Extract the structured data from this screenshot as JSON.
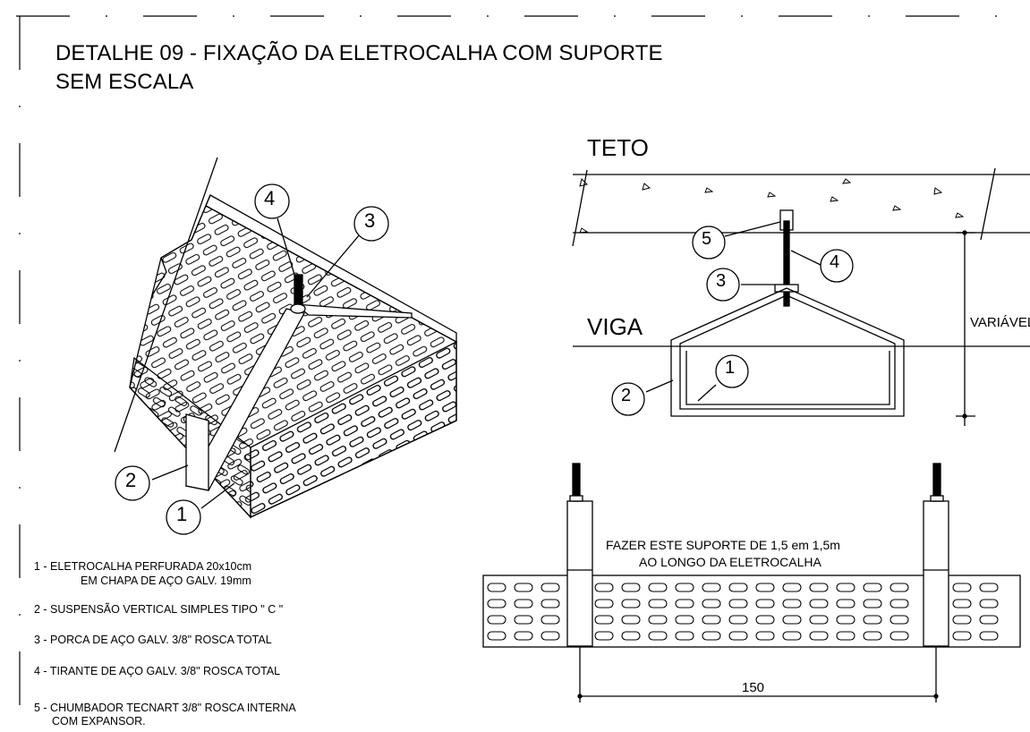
{
  "title": {
    "line1": "DETALHE 09 - FIXAÇÃO DA ELETROCALHA COM SUPORTE",
    "line2": "SEM ESCALA"
  },
  "section": {
    "ceiling": "TETO",
    "beam": "VIGA",
    "height": "VARIÁVEL"
  },
  "callouts": [
    "1",
    "2",
    "3",
    "4",
    "5"
  ],
  "elevation": {
    "note_line1": "FAZER ESTE SUPORTE DE 1,5 em 1,5m",
    "note_line2": "AO LONGO DA ELETROCALHA",
    "dimension": "150"
  },
  "legend": [
    {
      "line1": "1  - ELETROCALHA PERFURADA 20x10cm",
      "line2": "EM CHAPA DE AÇO GALV. 19mm"
    },
    {
      "line1": "2  - SUSPENSÃO VERTICAL SIMPLES TIPO \" C \"",
      "line2": ""
    },
    {
      "line1": "3  - PORCA DE AÇO GALV. 3/8\" ROSCA TOTAL",
      "line2": ""
    },
    {
      "line1": "4  - TIRANTE DE AÇO GALV. 3/8\" ROSCA TOTAL",
      "line2": ""
    },
    {
      "line1": "5  - CHUMBADOR TECNART 3/8\" ROSCA INTERNA",
      "line2": "COM EXPANSOR."
    }
  ]
}
